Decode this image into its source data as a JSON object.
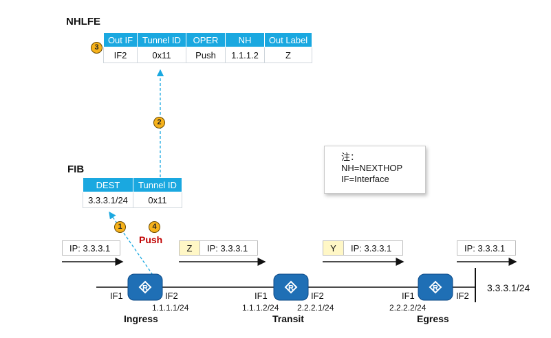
{
  "nhlfe": {
    "title": "NHLFE",
    "headers": [
      "Out IF",
      "Tunnel ID",
      "OPER",
      "NH",
      "Out Label"
    ],
    "row": [
      "IF2",
      "0x11",
      "Push",
      "1.1.1.2",
      "Z"
    ]
  },
  "fib": {
    "title": "FIB",
    "headers": [
      "DEST",
      "Tunnel ID"
    ],
    "row": [
      "3.3.3.1/24",
      "0x11"
    ]
  },
  "steps": [
    "3",
    "2",
    "1",
    "4"
  ],
  "push_label": "Push",
  "note": {
    "line1": "注：",
    "line2": "NH=NEXTHOP",
    "line3": "IF=Interface"
  },
  "packets": {
    "p1": "IP: 3.3.3.1",
    "p2_label": "Z",
    "p2": "IP: 3.3.3.1",
    "p3_label": "Y",
    "p3": "IP: 3.3.3.1",
    "p4": "IP: 3.3.3.1"
  },
  "routers": {
    "ingress": {
      "name": "Ingress",
      "if_left": "IF1",
      "if_right": "IF2",
      "ip": "1.1.1.1/24"
    },
    "transit": {
      "name": "Transit",
      "if_left": "IF1",
      "if_right": "IF2",
      "ip_left": "1.1.1.2/24",
      "ip_right": "2.2.2.1/24"
    },
    "egress": {
      "name": "Egress",
      "if_left": "IF1",
      "if_right": "IF2",
      "ip_left": "2.2.2.2/24"
    }
  },
  "dest_network": "3.3.3.1/24",
  "colors": {
    "table_header": "#1aa8e0",
    "router": "#1f6fb5",
    "step": "#f6b21b",
    "push": "#c00000",
    "label_fill": "#fff7c6"
  }
}
